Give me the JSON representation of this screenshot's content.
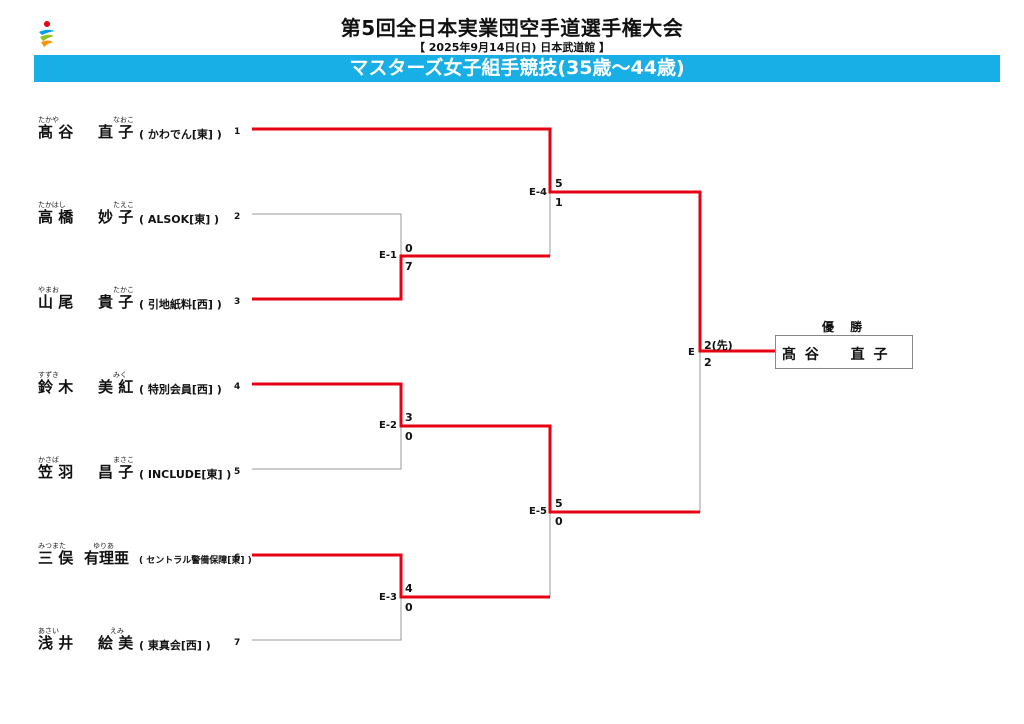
{
  "header": {
    "title": "第5回全日本実業団空手道選手権大会",
    "subtitle": "【 2025年9月14日(日) 日本武道館 】",
    "banner": "マスターズ女子組手競技(35歳～44歳)"
  },
  "players": [
    {
      "seed": "1",
      "sur": "髙 谷",
      "given": "直 子",
      "sur_ruby": "たかや",
      "given_ruby": "なおこ",
      "affiliation": "( かわでん[東] )"
    },
    {
      "seed": "2",
      "sur": "高 橋",
      "given": "妙 子",
      "sur_ruby": "たかはし",
      "given_ruby": "たえこ",
      "affiliation": "( ALSOK[東] )"
    },
    {
      "seed": "3",
      "sur": "山 尾",
      "given": "貴 子",
      "sur_ruby": "やまお",
      "given_ruby": "たかこ",
      "affiliation": "( 引地紙料[西] )"
    },
    {
      "seed": "4",
      "sur": "鈴 木",
      "given": "美 紅",
      "sur_ruby": "すずき",
      "given_ruby": "みく",
      "affiliation": "( 特別会員[西] )"
    },
    {
      "seed": "5",
      "sur": "笠 羽",
      "given": "昌 子",
      "sur_ruby": "かさば",
      "given_ruby": "まさこ",
      "affiliation": "( INCLUDE[東] )"
    },
    {
      "seed": "6",
      "sur": "三 俣",
      "given": "有理亜",
      "sur_ruby": "みつまた",
      "given_ruby": "ゆりあ",
      "affiliation": "( セントラル警備保障[東] )"
    },
    {
      "seed": "7",
      "sur": "浅 井",
      "given": "絵 美",
      "sur_ruby": "あさい",
      "given_ruby": "えみ",
      "affiliation": "( 東真会[西] )"
    }
  ],
  "matches": [
    {
      "label": "E-1",
      "top_score": "0",
      "bottom_score": "7"
    },
    {
      "label": "E-2",
      "top_score": "3",
      "bottom_score": "0"
    },
    {
      "label": "E-3",
      "top_score": "4",
      "bottom_score": "0"
    },
    {
      "label": "E-4",
      "top_score": "5",
      "bottom_score": "1"
    },
    {
      "label": "E-5",
      "top_score": "5",
      "bottom_score": "0"
    },
    {
      "label": "E",
      "top_score": "2(先)",
      "bottom_score": "2"
    }
  ],
  "winner": {
    "heading": "優 勝",
    "name": "髙 谷 　 直 子"
  },
  "colors": {
    "accent": "#18aee6",
    "winner_line": "#e60012",
    "loser_line": "#999999"
  }
}
